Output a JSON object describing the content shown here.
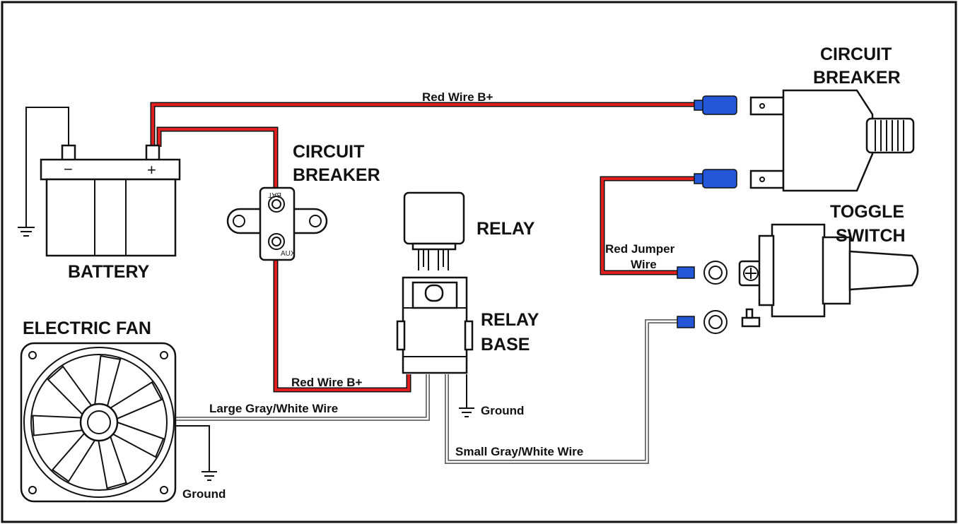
{
  "components": {
    "battery": "BATTERY",
    "battery_neg": "−",
    "battery_pos": "+",
    "breaker_left": [
      "CIRCUIT",
      "BREAKER"
    ],
    "breaker_left_bat": "BAT",
    "breaker_left_aux": "AUX",
    "breaker_right": [
      "CIRCUIT",
      "BREAKER"
    ],
    "relay": "RELAY",
    "relay_base": [
      "RELAY",
      "BASE"
    ],
    "toggle_switch": [
      "TOGGLE",
      "SWITCH"
    ],
    "electric_fan": "ELECTRIC FAN"
  },
  "wires": {
    "red_top": "Red Wire B+",
    "red_bottom": "Red Wire B+",
    "large_gray": "Large Gray/White Wire",
    "small_gray": "Small Gray/White Wire",
    "red_jumper": [
      "Red Jumper",
      "Wire"
    ]
  },
  "grounds": {
    "relay": "Ground",
    "fan": "Ground"
  },
  "colors": {
    "red_wire": "#e02020",
    "gray_wire": "#666666",
    "terminal_blue": "#2456d8"
  }
}
